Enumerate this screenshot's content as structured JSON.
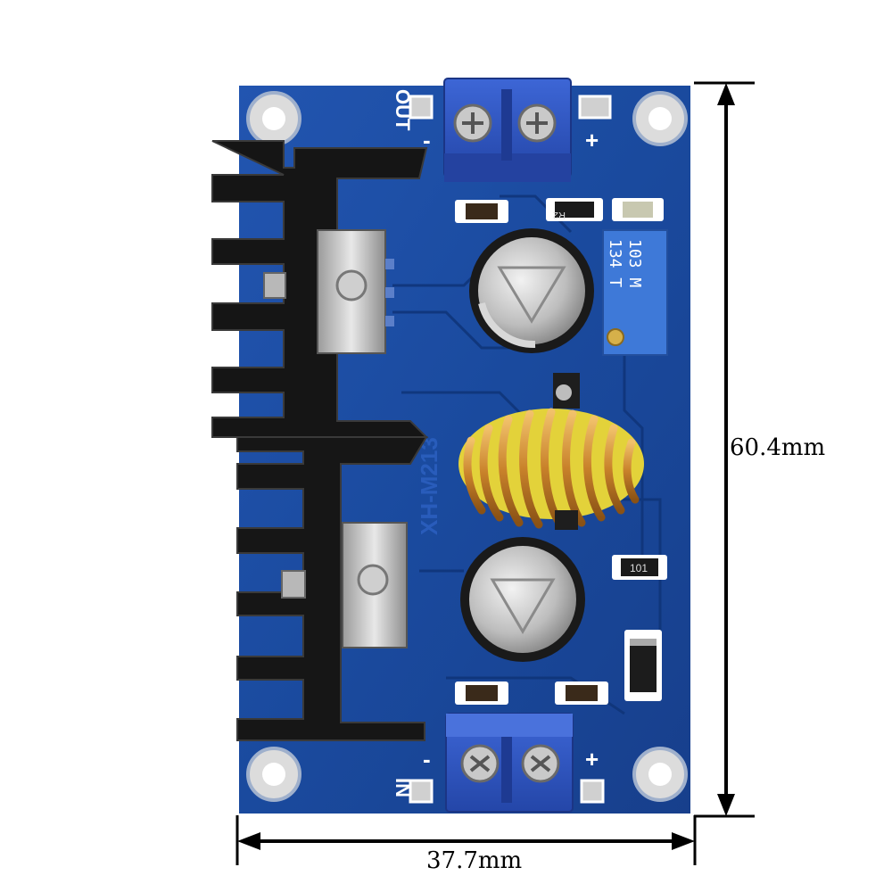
{
  "dimensions": {
    "height_label": "60.4mm",
    "width_label": "37.7mm"
  },
  "board": {
    "output_label": "OUT",
    "input_label": "IN",
    "terminal_minus": "-",
    "terminal_plus": "+",
    "pot_code_line1": "134 T",
    "pot_code_line2": "103 M",
    "silkscreen_model": "XH-M213",
    "resistor_top": "R2",
    "resistor_mid": "101"
  },
  "colors": {
    "pcb_blue": "#1b4aa0",
    "terminal_blue": "#2f56c9",
    "heatsink_black": "#141414",
    "coil_copper": "#d08a2e",
    "coil_core_yellow": "#e3d23a"
  }
}
